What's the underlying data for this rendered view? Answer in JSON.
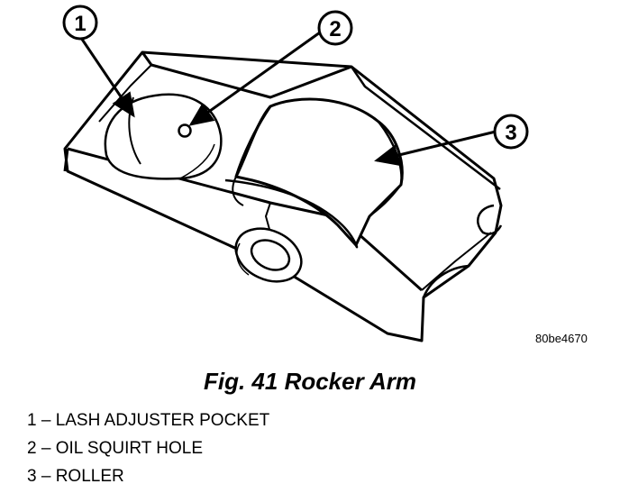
{
  "figure": {
    "reference_code": "80be4670",
    "title": "Fig. 41 Rocker Arm",
    "callouts": [
      {
        "number": "1",
        "label": "LASH ADJUSTER POCKET"
      },
      {
        "number": "2",
        "label": "OIL SQUIRT HOLE"
      },
      {
        "number": "3",
        "label": "ROLLER"
      }
    ],
    "legend": [
      "1 – LASH ADJUSTER POCKET",
      "2 – OIL SQUIRT HOLE",
      "3 – ROLLER"
    ]
  }
}
